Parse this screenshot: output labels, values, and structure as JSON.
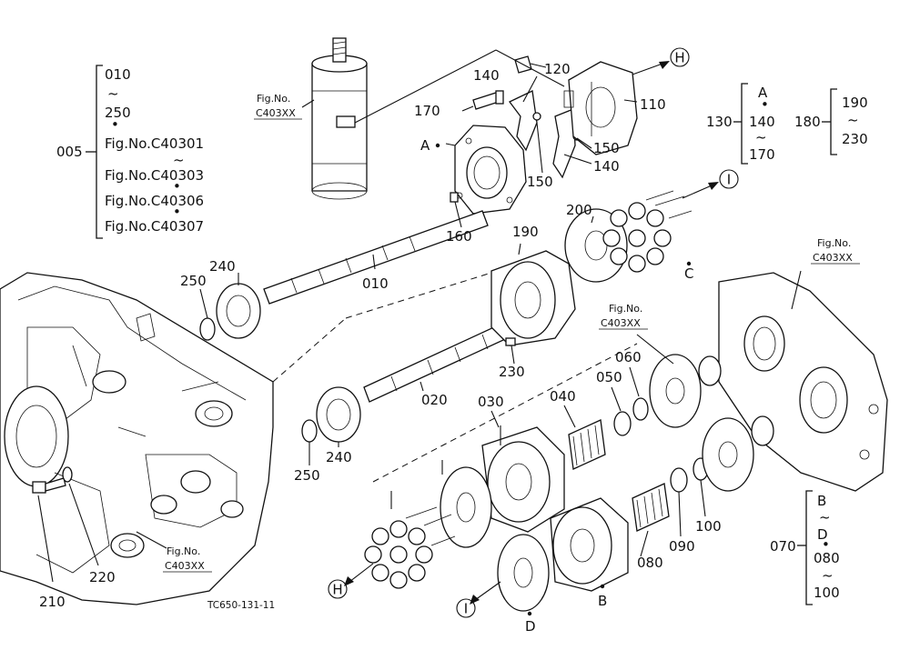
{
  "group005": {
    "label": "005",
    "lines": [
      "010",
      "~",
      "250",
      "•",
      "Fig.No.C40301",
      "~",
      "Fig.No.C40303",
      "•",
      "Fig.No.C40306",
      "•",
      "Fig.No.C40307"
    ]
  },
  "group130": {
    "label": "130",
    "lines": [
      "A",
      "•",
      "140",
      "~",
      "170"
    ]
  },
  "group180": {
    "label": "180",
    "lines": [
      "190",
      "~",
      "230"
    ]
  },
  "group070": {
    "label": "070",
    "lines": [
      "B",
      "~",
      "D",
      "•",
      "080",
      "~",
      "100"
    ]
  },
  "figrefs": {
    "top_left": [
      "Fig.No.",
      "C403XX"
    ],
    "right": [
      "Fig.No.",
      "C403XX"
    ],
    "middle": [
      "Fig.No.",
      "C403XX"
    ],
    "bottom_left": [
      "Fig.No.",
      "C403XX"
    ]
  },
  "parts": {
    "p010": "010",
    "p020": "020",
    "p030": "030",
    "p040": "040",
    "p050": "050",
    "p060": "060",
    "p080": "080",
    "p090": "090",
    "p100": "100",
    "p110": "110",
    "p120": "120",
    "p140a": "140",
    "p140b": "140",
    "p150a": "150",
    "p150b": "150",
    "p160": "160",
    "p170": "170",
    "p190": "190",
    "p200": "200",
    "p210": "210",
    "p220": "220",
    "p230": "230",
    "p240a": "240",
    "p240b": "240",
    "p250a": "250",
    "p250b": "250"
  },
  "letters": {
    "A": "A",
    "B": "B",
    "C": "C",
    "D": "D"
  },
  "circled": {
    "H_top": "H",
    "I_top": "I",
    "H_bottom": "H",
    "I_bottom": "I"
  },
  "caption": "TC650-131-11"
}
